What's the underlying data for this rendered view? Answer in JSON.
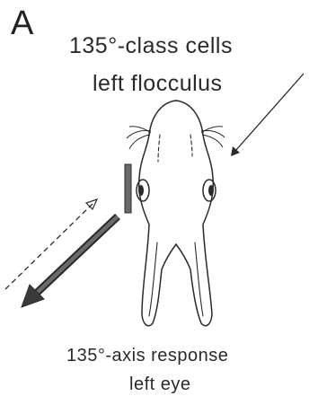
{
  "panel": {
    "letter": "A",
    "title_line1": "135°-class cells",
    "title_line2": "left flocculus",
    "footer_line1": "135°-axis response",
    "footer_line2": "left eye"
  },
  "colors": {
    "ink": "#2a2a2a",
    "arrow_fill": "#3a3a3a",
    "background": "#ffffff"
  }
}
